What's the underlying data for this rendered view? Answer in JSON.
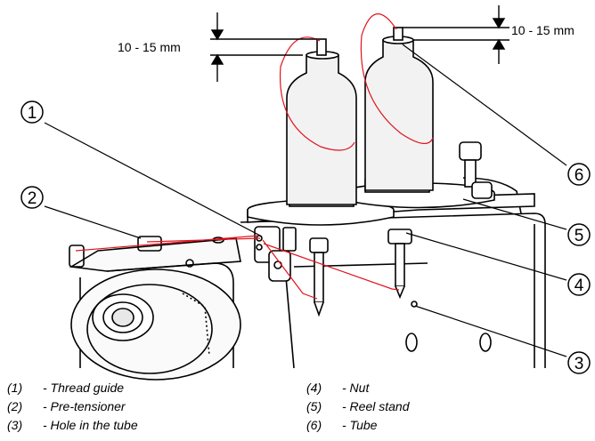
{
  "dimensions": {
    "left_label": "10 - 15 mm",
    "right_label": "10 - 15 mm"
  },
  "callouts": [
    "1",
    "2",
    "3",
    "4",
    "5",
    "6"
  ],
  "legend": {
    "left": [
      {
        "num": "(1)",
        "text": "- Thread guide"
      },
      {
        "num": "(2)",
        "text": "- Pre-tensioner"
      },
      {
        "num": "(3)",
        "text": "- Hole in the tube"
      }
    ],
    "right": [
      {
        "num": "(4)",
        "text": "- Nut"
      },
      {
        "num": "(5)",
        "text": "- Reel stand"
      },
      {
        "num": "(6)",
        "text": "- Tube"
      }
    ]
  },
  "colors": {
    "line": "#000000",
    "thread": "#e0141e",
    "spool": "#f2f2f2"
  }
}
